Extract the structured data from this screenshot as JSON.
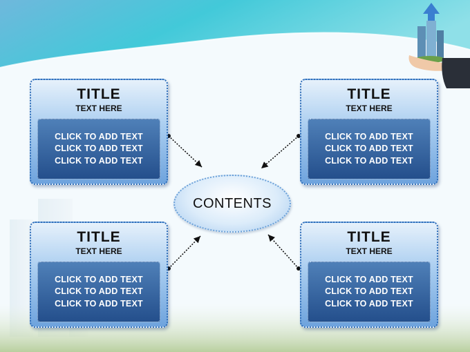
{
  "center": {
    "label": "CONTENTS"
  },
  "cards": [
    {
      "title": "TITLE",
      "subtitle": "TEXT HERE",
      "lines": [
        "CLICK TO ADD TEXT",
        "CLICK TO ADD TEXT",
        "CLICK TO ADD TEXT"
      ]
    },
    {
      "title": "TITLE",
      "subtitle": "TEXT HERE",
      "lines": [
        "CLICK TO ADD TEXT",
        "CLICK TO ADD TEXT",
        "CLICK TO ADD TEXT"
      ]
    },
    {
      "title": "TITLE",
      "subtitle": "TEXT HERE",
      "lines": [
        "CLICK TO ADD TEXT",
        "CLICK TO ADD TEXT",
        "CLICK TO ADD TEXT"
      ]
    },
    {
      "title": "TITLE",
      "subtitle": "TEXT HERE",
      "lines": [
        "CLICK TO ADD TEXT",
        "CLICK TO ADD TEXT",
        "CLICK TO ADD TEXT"
      ]
    }
  ],
  "colors": {
    "accent": "#2f6db8",
    "card_body": "#2b5a96",
    "sky": "#3cc6d8",
    "arrow": "#3a7fd0"
  },
  "icons": {
    "header_image": "hand-holding-buildings-icon",
    "connector": "dotted-arrow-icon"
  }
}
